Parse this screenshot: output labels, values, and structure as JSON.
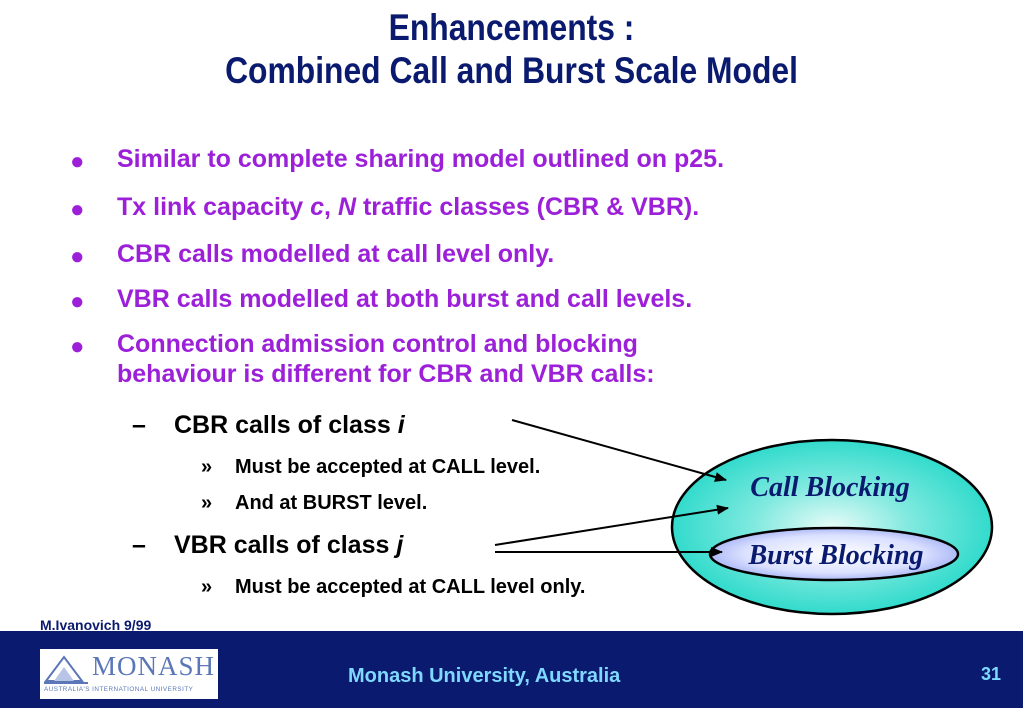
{
  "title": {
    "line1": "Enhancements :",
    "line2": "Combined Call and Burst Scale Model"
  },
  "bullets": [
    {
      "text": "Similar to complete sharing model outlined on p25."
    },
    {
      "parts": [
        "Tx link capacity ",
        "c",
        ", ",
        "N",
        " traffic classes (CBR & VBR)."
      ]
    },
    {
      "text": "CBR calls modelled at call level only."
    },
    {
      "text": "VBR calls modelled at both burst and call levels."
    },
    {
      "line1": "Connection admission control and blocking",
      "line2": "behaviour is different for CBR and VBR calls:"
    }
  ],
  "sub_bullets": [
    {
      "text": "CBR calls of class ",
      "var": "i"
    },
    {
      "text": "VBR calls of class ",
      "var": "j"
    }
  ],
  "sub_sub_bullets": [
    "Must be accepted at CALL level.",
    "And at BURST level.",
    "Must be accepted at CALL level only."
  ],
  "markers": {
    "bullet": "●",
    "dash": "–",
    "raquo": "»"
  },
  "diagram": {
    "outer_label": "Call Blocking",
    "inner_label": "Burst Blocking"
  },
  "footer": {
    "author": "M.Ivanovich 9/99",
    "university": "Monash University, Australia",
    "page_number": "31",
    "logo_word": "MONASH",
    "logo_tagline": "AUSTRALIA'S INTERNATIONAL UNIVERSITY"
  },
  "colors": {
    "title": "#0a1a6e",
    "bullet_text": "#9d20d9",
    "footer_bg": "#0a1a6e",
    "footer_text": "#7fd9ff",
    "ellipse_fill_dark": "#22d8c8",
    "ellipse_fill_light": "#e8fbf8"
  }
}
